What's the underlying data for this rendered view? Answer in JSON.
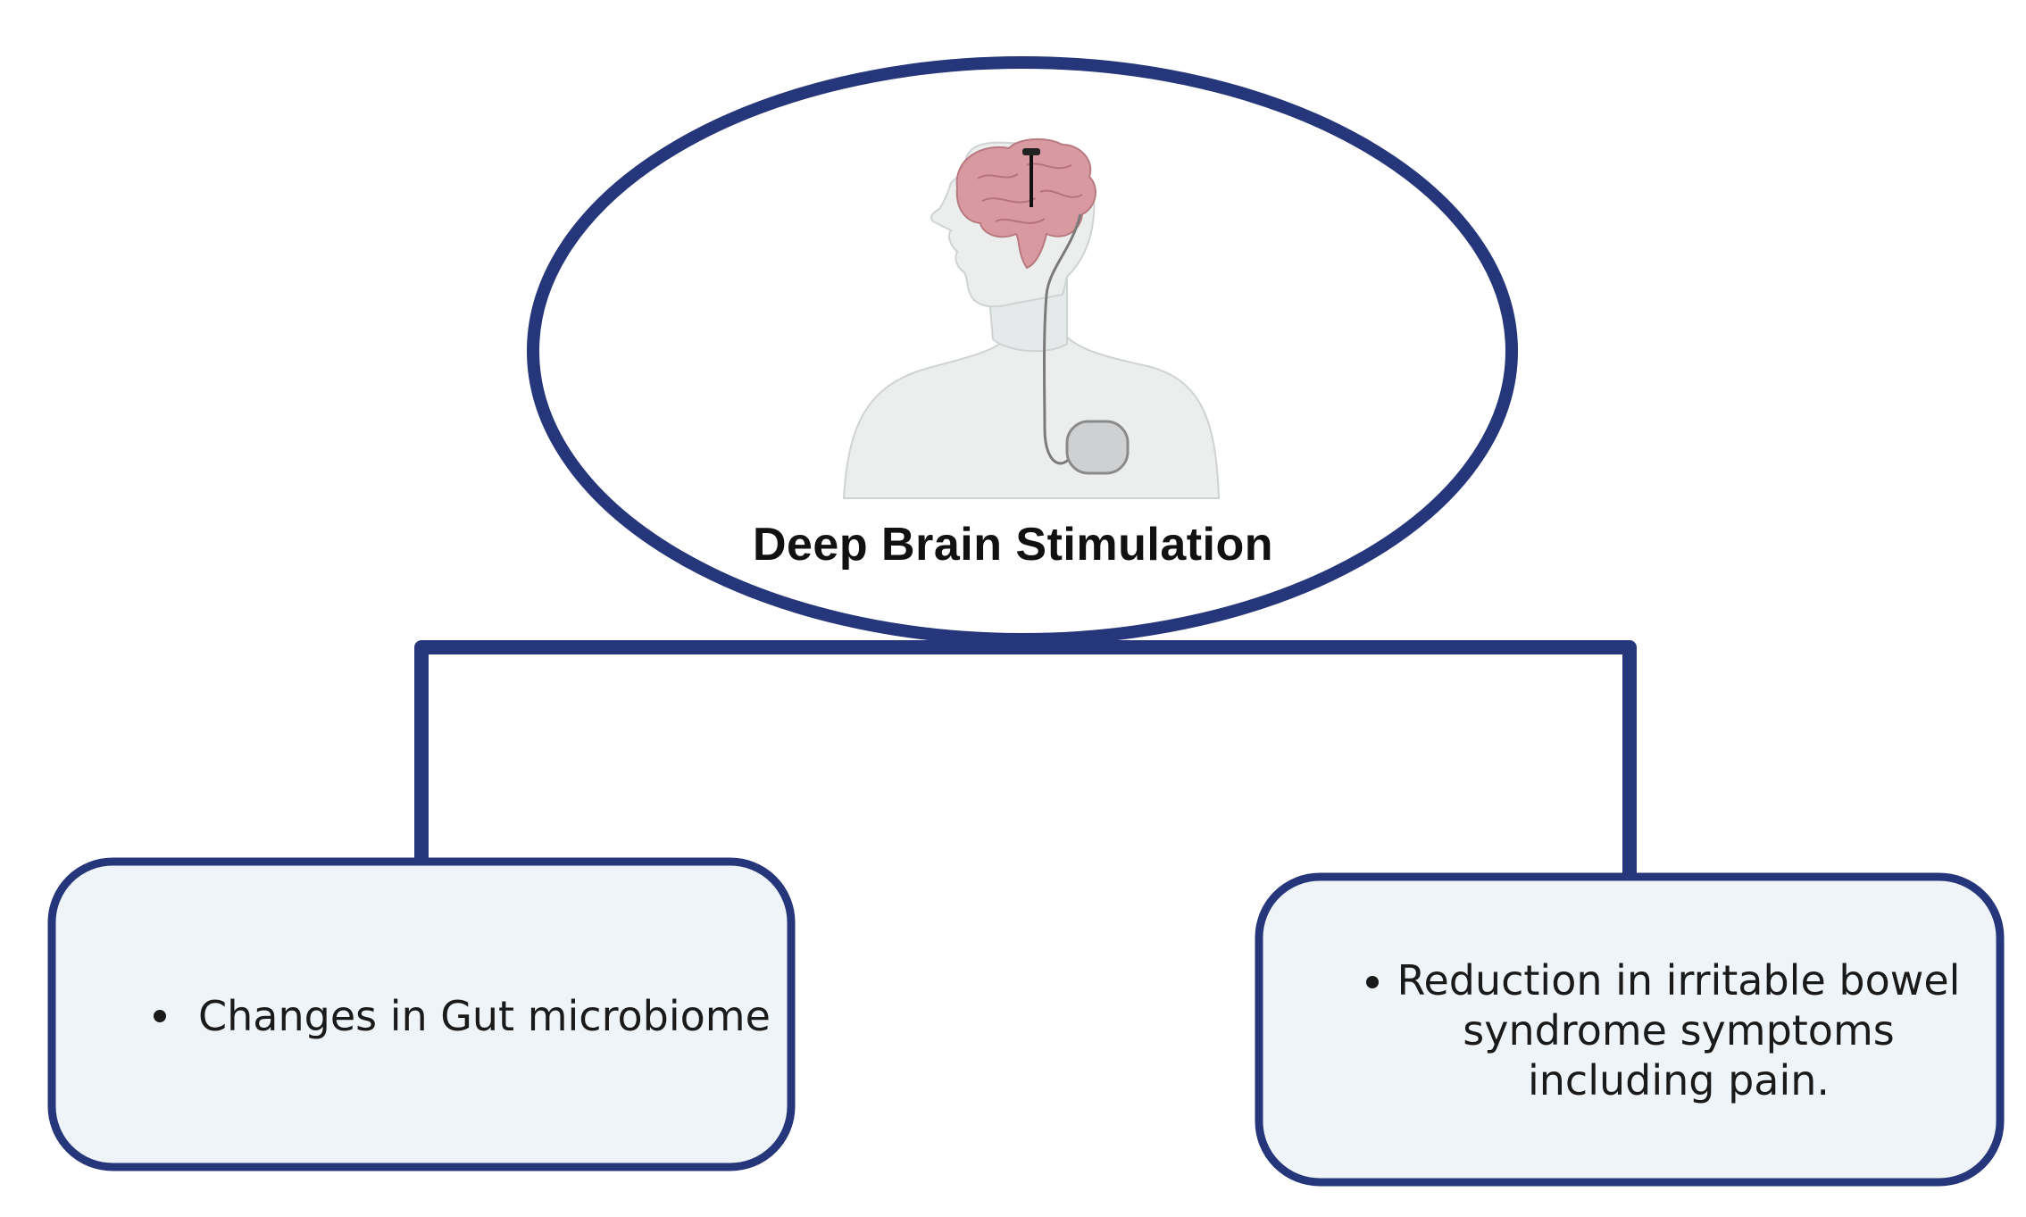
{
  "root": {
    "title": "Deep Brain Stimulation",
    "illustration": "dbs-patient-illustration"
  },
  "boxes": [
    {
      "text": "Changes in Gut microbiome"
    },
    {
      "text": "Reduction in irritable bowel syndrome symptoms including pain."
    }
  ],
  "colors": {
    "stroke": "#25367a",
    "box_fill": "#eff4f9",
    "brain": "#d89aa0",
    "body": "#eceeee"
  }
}
